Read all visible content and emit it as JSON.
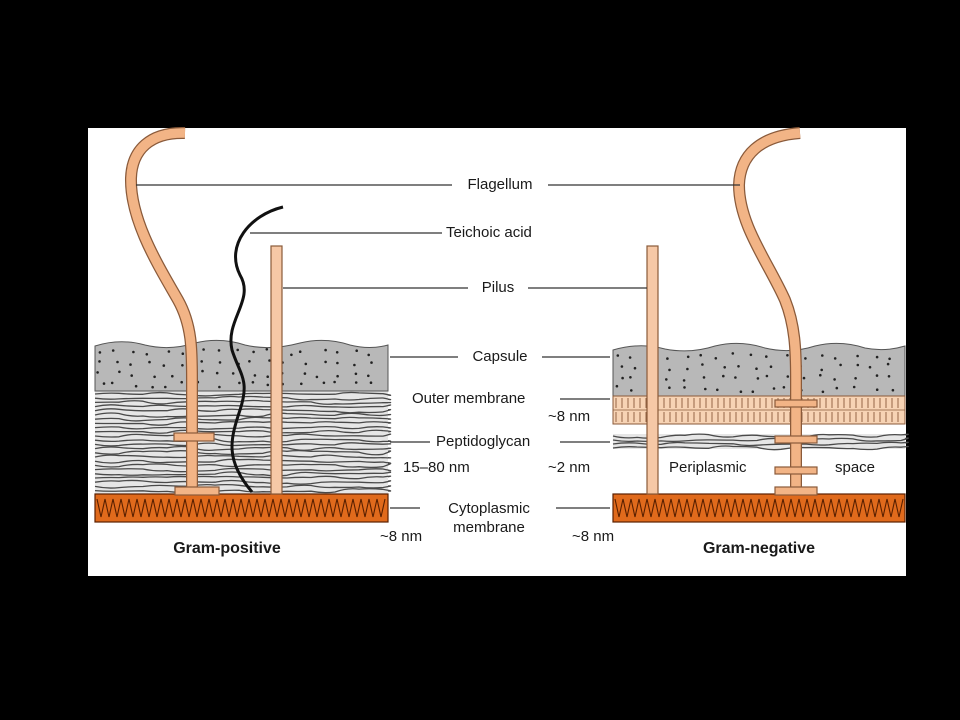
{
  "colors": {
    "background": "#000000",
    "panel": "#ffffff",
    "capsule": "#b8b8b8",
    "peptidoglycan": "#e6e6e6",
    "peptidoglycan_lines": "#4a4a4a",
    "flagellum": "#f2b486",
    "flagellum_edge": "#8a5a3a",
    "pilus": "#f6c8a6",
    "outer_membrane": "#f7d3b4",
    "cytoplasmic_membrane": "#e06a1c",
    "cytoplasmic_zigzag": "#5a2000",
    "leader_line": "#333333"
  },
  "labels": {
    "flagellum": "Flagellum",
    "teichoic_acid": "Teichoic acid",
    "pilus": "Pilus",
    "capsule": "Capsule",
    "outer_membrane": "Outer membrane",
    "outer_membrane_thickness": "~8 nm",
    "peptidoglycan": "Peptidoglycan",
    "peptidoglycan_gp_thickness": "15–80 nm",
    "peptidoglycan_gn_thickness": "~2 nm",
    "periplasmic": "Periplasmic",
    "space": "space",
    "cytoplasmic_line1": "Cytoplasmic",
    "cytoplasmic_line2": "membrane",
    "cytoplasmic_gp_thickness": "~8 nm",
    "cytoplasmic_gn_thickness": "~8 nm",
    "gram_positive": "Gram-positive",
    "gram_negative": "Gram-negative"
  }
}
